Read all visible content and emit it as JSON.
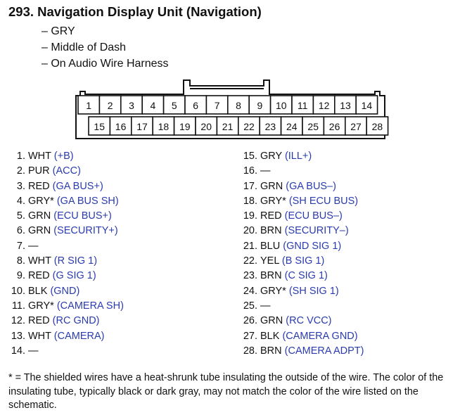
{
  "header": {
    "title": "293.  Navigation Display Unit (Navigation)",
    "lines": [
      "– GRY",
      "– Middle of Dash",
      "– On Audio Wire Harness"
    ]
  },
  "connector": {
    "top_row": [
      "1",
      "2",
      "3",
      "4",
      "5",
      "6",
      "7",
      "8",
      "9",
      "10",
      "11",
      "12",
      "13",
      "14"
    ],
    "bottom_row": [
      "15",
      "16",
      "17",
      "18",
      "19",
      "20",
      "21",
      "22",
      "23",
      "24",
      "25",
      "26",
      "27",
      "28"
    ]
  },
  "pins_left": [
    {
      "num": "1.",
      "wire": "WHT",
      "signal": "(+B)"
    },
    {
      "num": "2.",
      "wire": "PUR",
      "signal": "(ACC)"
    },
    {
      "num": "3.",
      "wire": "RED",
      "signal": "(GA BUS+)"
    },
    {
      "num": "4.",
      "wire": "GRY*",
      "signal": "(GA BUS SH)"
    },
    {
      "num": "5.",
      "wire": "GRN",
      "signal": "(ECU BUS+)"
    },
    {
      "num": "6.",
      "wire": "GRN",
      "signal": "(SECURITY+)"
    },
    {
      "num": "7.",
      "wire": "—",
      "signal": ""
    },
    {
      "num": "8.",
      "wire": "WHT",
      "signal": "(R SIG 1)"
    },
    {
      "num": "9.",
      "wire": "RED",
      "signal": "(G SIG 1)"
    },
    {
      "num": "10.",
      "wire": "BLK",
      "signal": "(GND)"
    },
    {
      "num": "11.",
      "wire": "GRY*",
      "signal": "(CAMERA SH)"
    },
    {
      "num": "12.",
      "wire": "RED",
      "signal": "(RC GND)"
    },
    {
      "num": "13.",
      "wire": "WHT",
      "signal": "(CAMERA)"
    },
    {
      "num": "14.",
      "wire": "—",
      "signal": ""
    }
  ],
  "pins_right": [
    {
      "num": "15.",
      "wire": "GRY",
      "signal": "(ILL+)"
    },
    {
      "num": "16.",
      "wire": "—",
      "signal": ""
    },
    {
      "num": "17.",
      "wire": "GRN",
      "signal": "(GA BUS–)"
    },
    {
      "num": "18.",
      "wire": "GRY*",
      "signal": "(SH ECU BUS)"
    },
    {
      "num": "19.",
      "wire": "RED",
      "signal": "(ECU BUS–)"
    },
    {
      "num": "20.",
      "wire": "BRN",
      "signal": "(SECURITY–)"
    },
    {
      "num": "21.",
      "wire": "BLU",
      "signal": "(GND SIG 1)"
    },
    {
      "num": "22.",
      "wire": "YEL",
      "signal": "(B SIG 1)"
    },
    {
      "num": "23.",
      "wire": "BRN",
      "signal": "(C SIG 1)"
    },
    {
      "num": "24.",
      "wire": "GRY*",
      "signal": "(SH SIG 1)"
    },
    {
      "num": "25.",
      "wire": "—",
      "signal": ""
    },
    {
      "num": "26.",
      "wire": "GRN",
      "signal": "(RC VCC)"
    },
    {
      "num": "27.",
      "wire": "BLK",
      "signal": "(CAMERA GND)"
    },
    {
      "num": "28.",
      "wire": "BRN",
      "signal": "(CAMERA ADPT)"
    }
  ],
  "footnote": "* = The shielded wires have a heat-shrunk tube insulating the outside of the wire. The color of the insulating tube, typically black or dark gray, may not match the color of the wire listed on the schematic.",
  "colors": {
    "signal": "#2a3bb0",
    "text": "#111111"
  }
}
